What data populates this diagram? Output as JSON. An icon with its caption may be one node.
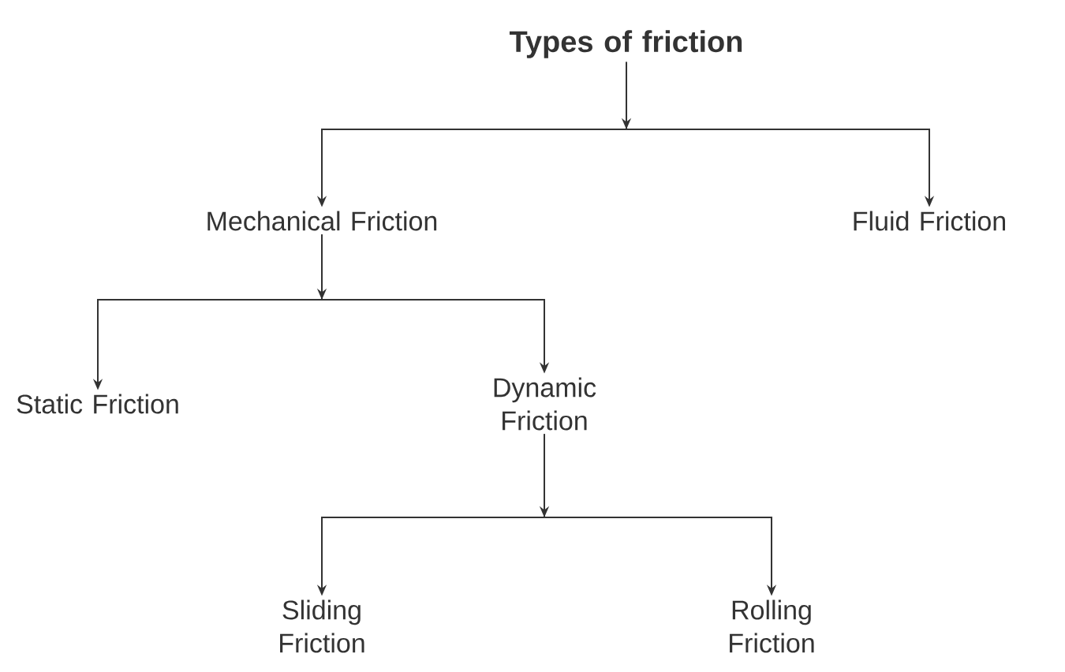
{
  "diagram": {
    "nodes": [
      {
        "text": [
          "Types of friction"
        ]
      },
      {
        "text": [
          "Mechanical Friction"
        ]
      },
      {
        "text": [
          "Fluid Friction"
        ]
      },
      {
        "text": [
          "Static Friction"
        ]
      },
      {
        "text": [
          "Dynamic Friction"
        ]
      },
      {
        "text": [
          "Sliding Friction"
        ]
      },
      {
        "text": [
          "Rolling Friction"
        ]
      }
    ],
    "edges": [
      {
        "from": 0,
        "to": 1,
        "arrow": "to"
      },
      {
        "from": 0,
        "to": 2,
        "arrow": "to"
      },
      {
        "from": 1,
        "to": 3,
        "arrow": "to"
      },
      {
        "from": 1,
        "to": 4,
        "arrow": "to"
      },
      {
        "from": 4,
        "to": 5,
        "arrow": "to"
      },
      {
        "from": 4,
        "to": 6,
        "arrow": "to"
      }
    ]
  }
}
